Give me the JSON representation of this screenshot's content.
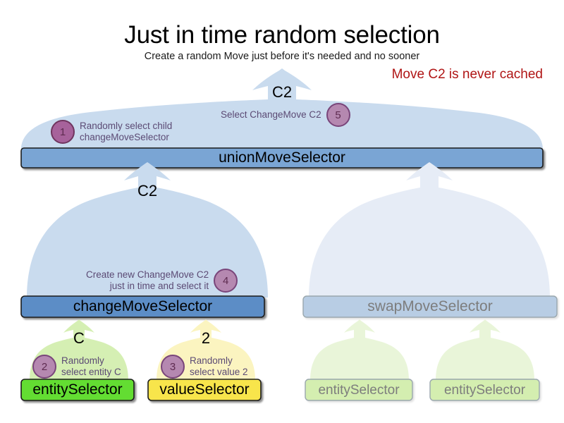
{
  "header": {
    "title": "Just in time random selection",
    "subtitle": "Create a random Move just before it's needed and no sooner",
    "note": "Move C2 is never cached",
    "note_color": "#b01515"
  },
  "nodes": {
    "union": {
      "label": "unionMoveSelector",
      "move_label": "C2",
      "fill": "#7aa5d4",
      "funnel_fill": "#c9dbee"
    },
    "change": {
      "label": "changeMoveSelector",
      "move_label": "C2",
      "fill": "#5c8dc6",
      "funnel_fill": "#c9dbee"
    },
    "swap": {
      "label": "swapMoveSelector",
      "move_label": "",
      "fill": "#b8cde4",
      "funnel_fill": "#e6ecf6"
    },
    "entity_left": {
      "label": "entitySelector",
      "move_label": "C",
      "fill": "#64dd31",
      "funnel_fill": "#d5efb3"
    },
    "value_left": {
      "label": "valueSelector",
      "move_label": "2",
      "fill": "#f8e54b",
      "funnel_fill": "#fbf4c0"
    },
    "entity_swap_a": {
      "label": "entitySelector",
      "move_label": "",
      "fill": "#d4eeb0",
      "funnel_fill": "#e9f5d9"
    },
    "entity_swap_b": {
      "label": "entitySelector",
      "move_label": "",
      "fill": "#d4eeb0",
      "funnel_fill": "#e9f5d9"
    }
  },
  "steps": [
    {
      "number": "1",
      "line1": "Randomly select child",
      "line2": "changeMoveSelector"
    },
    {
      "number": "2",
      "line1": "Randomly",
      "line2": "select entity C"
    },
    {
      "number": "3",
      "line1": "Randomly",
      "line2": "select value 2"
    },
    {
      "number": "4",
      "line1": "Create new ChangeMove C2",
      "line2": "just in time and select it"
    },
    {
      "number": "5",
      "line1": "Select ChangeMove C2",
      "line2": ""
    }
  ],
  "palette": {
    "bubble": "#a7629b",
    "bubble_border": "#70355f",
    "annotation_text": "#5b4a74",
    "box_stroke": "#1b1b1b",
    "box_stroke_faded": "#9aa7ad"
  }
}
